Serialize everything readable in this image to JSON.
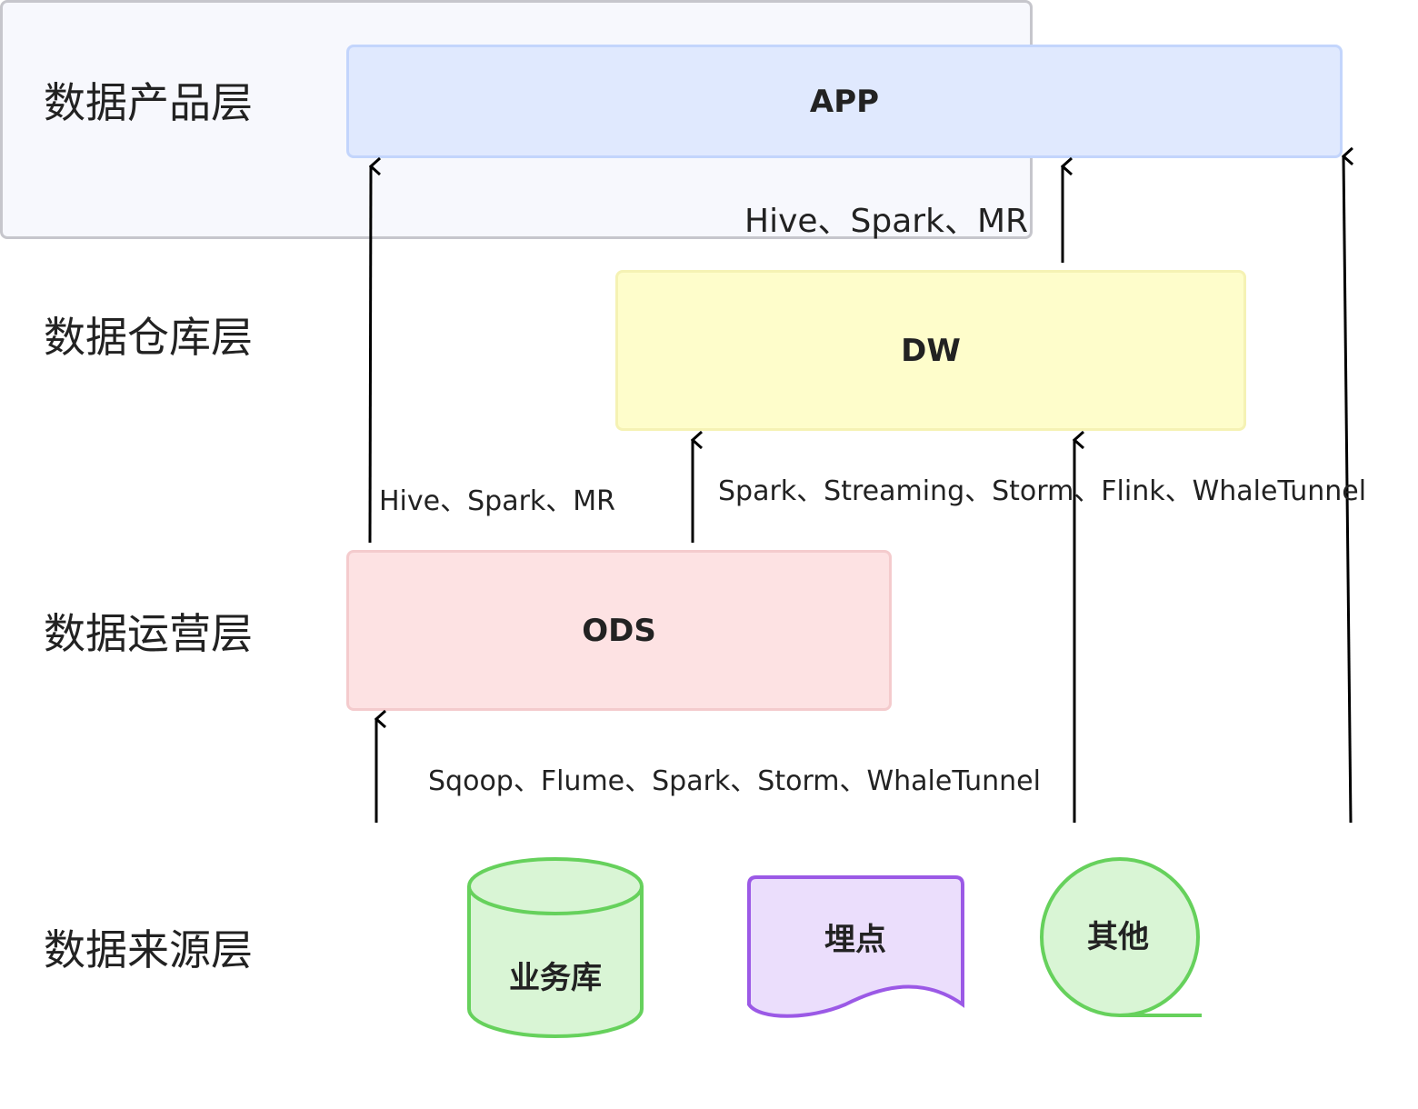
{
  "layers": {
    "product": "数据产品层",
    "warehouse": "数据仓库层",
    "ops": "数据运营层",
    "source": "数据来源层"
  },
  "boxes": {
    "app": "APP",
    "dw": "DW",
    "ods": "ODS"
  },
  "sources": {
    "db": "业务库",
    "tracking": "埋点",
    "other": "其他"
  },
  "flows": {
    "dw_to_app": "Hive、Spark、MR",
    "ods_to_app": "Hive、Spark、MR",
    "to_dw": "Spark、Streaming、Storm、Flink、WhaleTunnel",
    "to_ods": "Sqoop、Flume、Spark、Storm、WhaleTunnel"
  },
  "colors": {
    "app_fill": "#e0e9fe",
    "dw_fill": "#fefdcb",
    "ods_fill": "#fde2e3",
    "source_fill": "#f7f8fd",
    "db_fill": "#d9f5d5",
    "db_stroke": "#66d15c",
    "tracking_fill": "#ebdefc",
    "tracking_stroke": "#9b59e6",
    "other_fill": "#d9f5d5",
    "other_stroke": "#66d15c"
  }
}
